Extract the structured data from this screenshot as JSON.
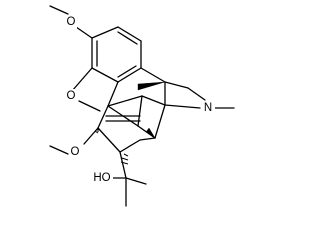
{
  "atom_labels": {
    "methoxy_top_o": "O",
    "ring_o": "O",
    "amine_n": "N",
    "methoxy_bottom_o": "O",
    "hydroxyl": "HO"
  }
}
